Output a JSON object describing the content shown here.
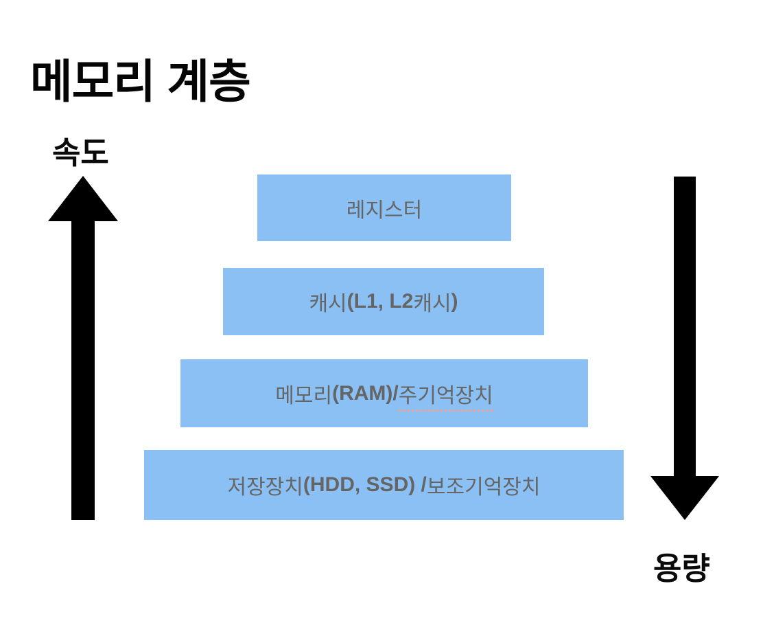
{
  "title": "메모리 계층",
  "colors": {
    "background": "#ffffff",
    "box_fill": "#8ac0f4",
    "box_text": "#656565",
    "arrow": "#000000",
    "title_text": "#050505",
    "spellcheck_underline": "#ff9d87"
  },
  "icons": {
    "left": "arrow-up-icon",
    "right": "arrow-down-icon"
  },
  "left_axis": {
    "label": "속도",
    "direction": "up"
  },
  "right_axis": {
    "label": "용량",
    "direction": "down"
  },
  "layers": [
    {
      "name": "registers",
      "text": "레지스터",
      "runs": [
        {
          "text": "레지스터",
          "bold": false,
          "underline": false
        }
      ]
    },
    {
      "name": "cache",
      "text": "캐시(L1, L2 캐시)",
      "runs": [
        {
          "text": "캐시",
          "bold": false,
          "underline": false
        },
        {
          "text": "(L1, L2 ",
          "bold": true,
          "underline": false
        },
        {
          "text": "캐시",
          "bold": false,
          "underline": false
        },
        {
          "text": ")",
          "bold": true,
          "underline": false
        }
      ]
    },
    {
      "name": "main-memory",
      "text": "메모리(RAM)/ 주기억장치",
      "runs": [
        {
          "text": "메모리",
          "bold": false,
          "underline": false
        },
        {
          "text": "(RAM)/",
          "bold": true,
          "underline": false
        },
        {
          "text": " ",
          "bold": false,
          "underline": false
        },
        {
          "text": "주기억장치",
          "bold": false,
          "underline": true
        }
      ]
    },
    {
      "name": "secondary-storage",
      "text": "저장장치(HDD, SSD) / 보조기억장치",
      "runs": [
        {
          "text": "저장장치",
          "bold": false,
          "underline": false
        },
        {
          "text": "(HDD, SSD) /",
          "bold": true,
          "underline": false
        },
        {
          "text": " 보조기억장치",
          "bold": false,
          "underline": false
        }
      ]
    }
  ]
}
